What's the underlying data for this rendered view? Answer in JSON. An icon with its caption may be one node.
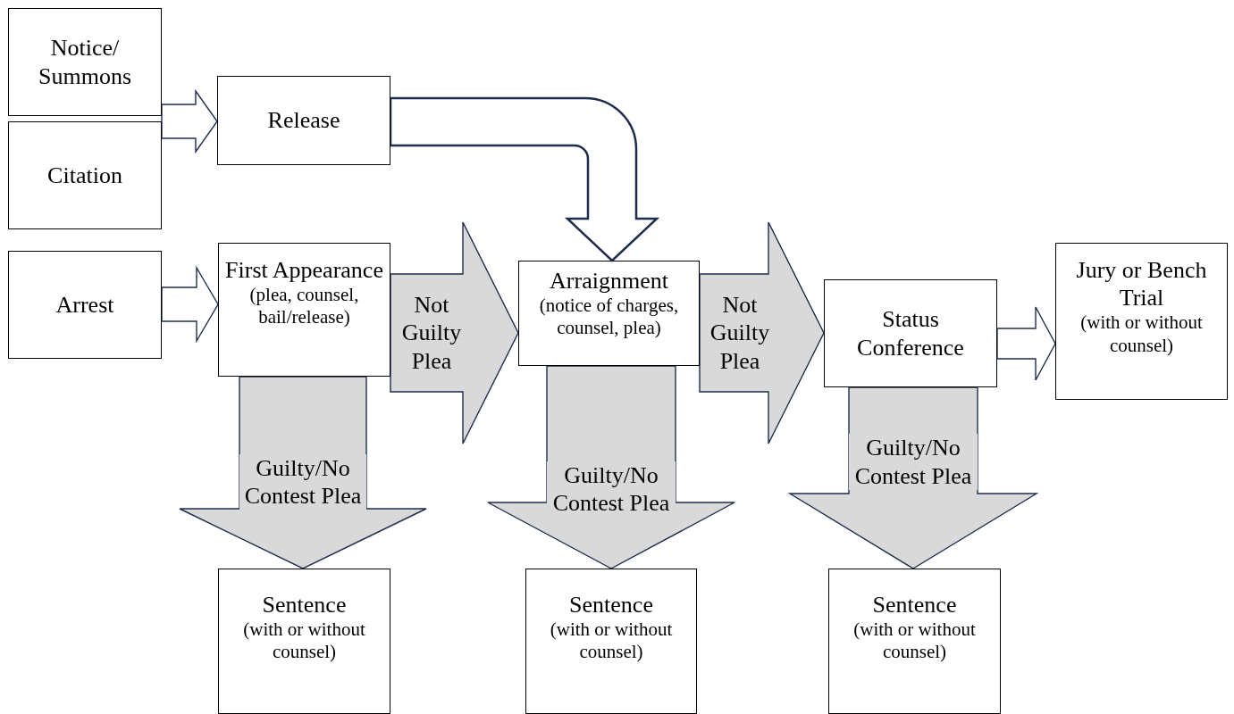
{
  "diagram": {
    "nodes": [
      {
        "text": [
          "Notice/ Summons"
        ]
      },
      {
        "text": [
          "Citation"
        ]
      },
      {
        "text": [
          "Release"
        ]
      },
      {
        "text": [
          "Arrest"
        ]
      },
      {
        "text": [
          "First Appearance",
          "(plea, counsel, bail/release)"
        ]
      },
      {
        "text": [
          "Arraignment",
          "(notice of charges, counsel, plea)"
        ]
      },
      {
        "text": [
          "Status Conference"
        ]
      },
      {
        "text": [
          "Jury or Bench Trial",
          "(with or without counsel)"
        ]
      },
      {
        "text": [
          "Sentence",
          "(with or without counsel)"
        ]
      },
      {
        "text": [
          "Sentence",
          "(with or without counsel)"
        ]
      },
      {
        "text": [
          "Sentence",
          "(with or without counsel)"
        ]
      }
    ],
    "edges": [
      {
        "from": 0,
        "to": 2,
        "arrow": "to",
        "color": "#ffffff"
      },
      {
        "from": 1,
        "to": 2,
        "arrow": "to",
        "color": "#ffffff"
      },
      {
        "from": 2,
        "to": 5,
        "arrow": "to",
        "color": "#ffffff"
      },
      {
        "from": 3,
        "to": 4,
        "arrow": "to",
        "color": "#ffffff"
      },
      {
        "from": 4,
        "to": 5,
        "arrow": "to",
        "label": "Not Guilty Plea"
      },
      {
        "from": 5,
        "to": 6,
        "arrow": "to",
        "label": "Not Guilty Plea"
      },
      {
        "from": 6,
        "to": 7,
        "arrow": "to",
        "color": "#ffffff"
      },
      {
        "from": 4,
        "to": 8,
        "arrow": "to",
        "label": "Guilty/No Contest Plea"
      },
      {
        "from": 5,
        "to": 9,
        "arrow": "to",
        "label": "Guilty/No Contest Plea"
      },
      {
        "from": 6,
        "to": 10,
        "arrow": "to",
        "label": "Guilty/No Contest Plea"
      }
    ]
  }
}
